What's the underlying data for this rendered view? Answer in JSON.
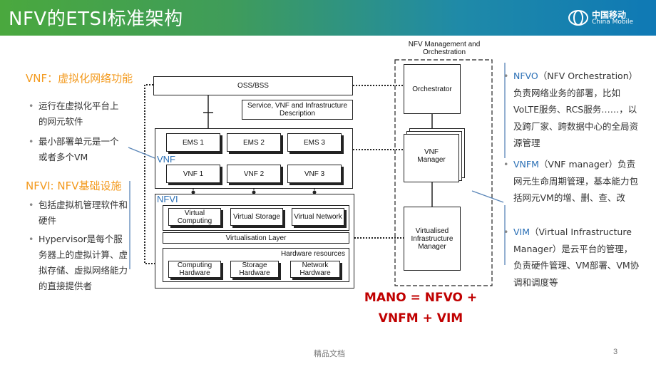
{
  "header": {
    "title": "NFV的ETSI标准架构",
    "logo_cn": "中国移动",
    "logo_en": "China Mobile"
  },
  "left": {
    "vnf_heading": "VNF：虚拟化网络功能",
    "vnf_bullets": [
      "运行在虚拟化平台上的网元软件",
      "最小部署单元是一个或者多个VM"
    ],
    "nfvi_heading": "NFVI: NFV基础设施",
    "nfvi_bullets": [
      "包括虚拟机管理软件和硬件",
      "Hypervisor是每个服务器上的虚拟计算、虚拟存储、虚拟网络能力的直接提供者"
    ]
  },
  "diagram": {
    "mano_title": "NFV Management and Orchestration",
    "oss_bss": "OSS/BSS",
    "service_desc": "Service, VNF and Infrastructure Description",
    "ems": [
      "EMS 1",
      "EMS 2",
      "EMS 3"
    ],
    "vnfs": [
      "VNF 1",
      "VNF 2",
      "VNF 3"
    ],
    "vnf_label": "VNF",
    "nfvi_label": "NFVI",
    "virtual": [
      "Virtual Computing",
      "Virtual Storage",
      "Virtual Network"
    ],
    "virt_layer": "Virtualisation Layer",
    "hw_resources": "Hardware resources",
    "hardware": [
      "Computing Hardware",
      "Storage Hardware",
      "Network Hardware"
    ],
    "orchestrator": "Orchestrator",
    "vnf_manager": "VNF Manager",
    "vim": "Virtualised Infrastructure Manager"
  },
  "mano_formula": [
    "MANO = NFVO +",
    "VNFM + VIM"
  ],
  "right": {
    "nfvo_term": "NFVO",
    "nfvo_text": "（NFV Orchestration）负责网络业务的部署，比如VoLTE服务、RCS服务……，以及跨厂家、跨数据中心的全局资源管理",
    "vnfm_term": "VNFM",
    "vnfm_text": "（VNF manager）负责网元生命周期管理，基本能力包括网元VM的增、删、查、改",
    "vim_term": "VIM",
    "vim_text": "（Virtual Infrastructure Manager）是云平台的管理，负责硬件管理、VM部署、VM协调和调度等"
  },
  "footer": {
    "text": "精品文档",
    "page": "3"
  }
}
